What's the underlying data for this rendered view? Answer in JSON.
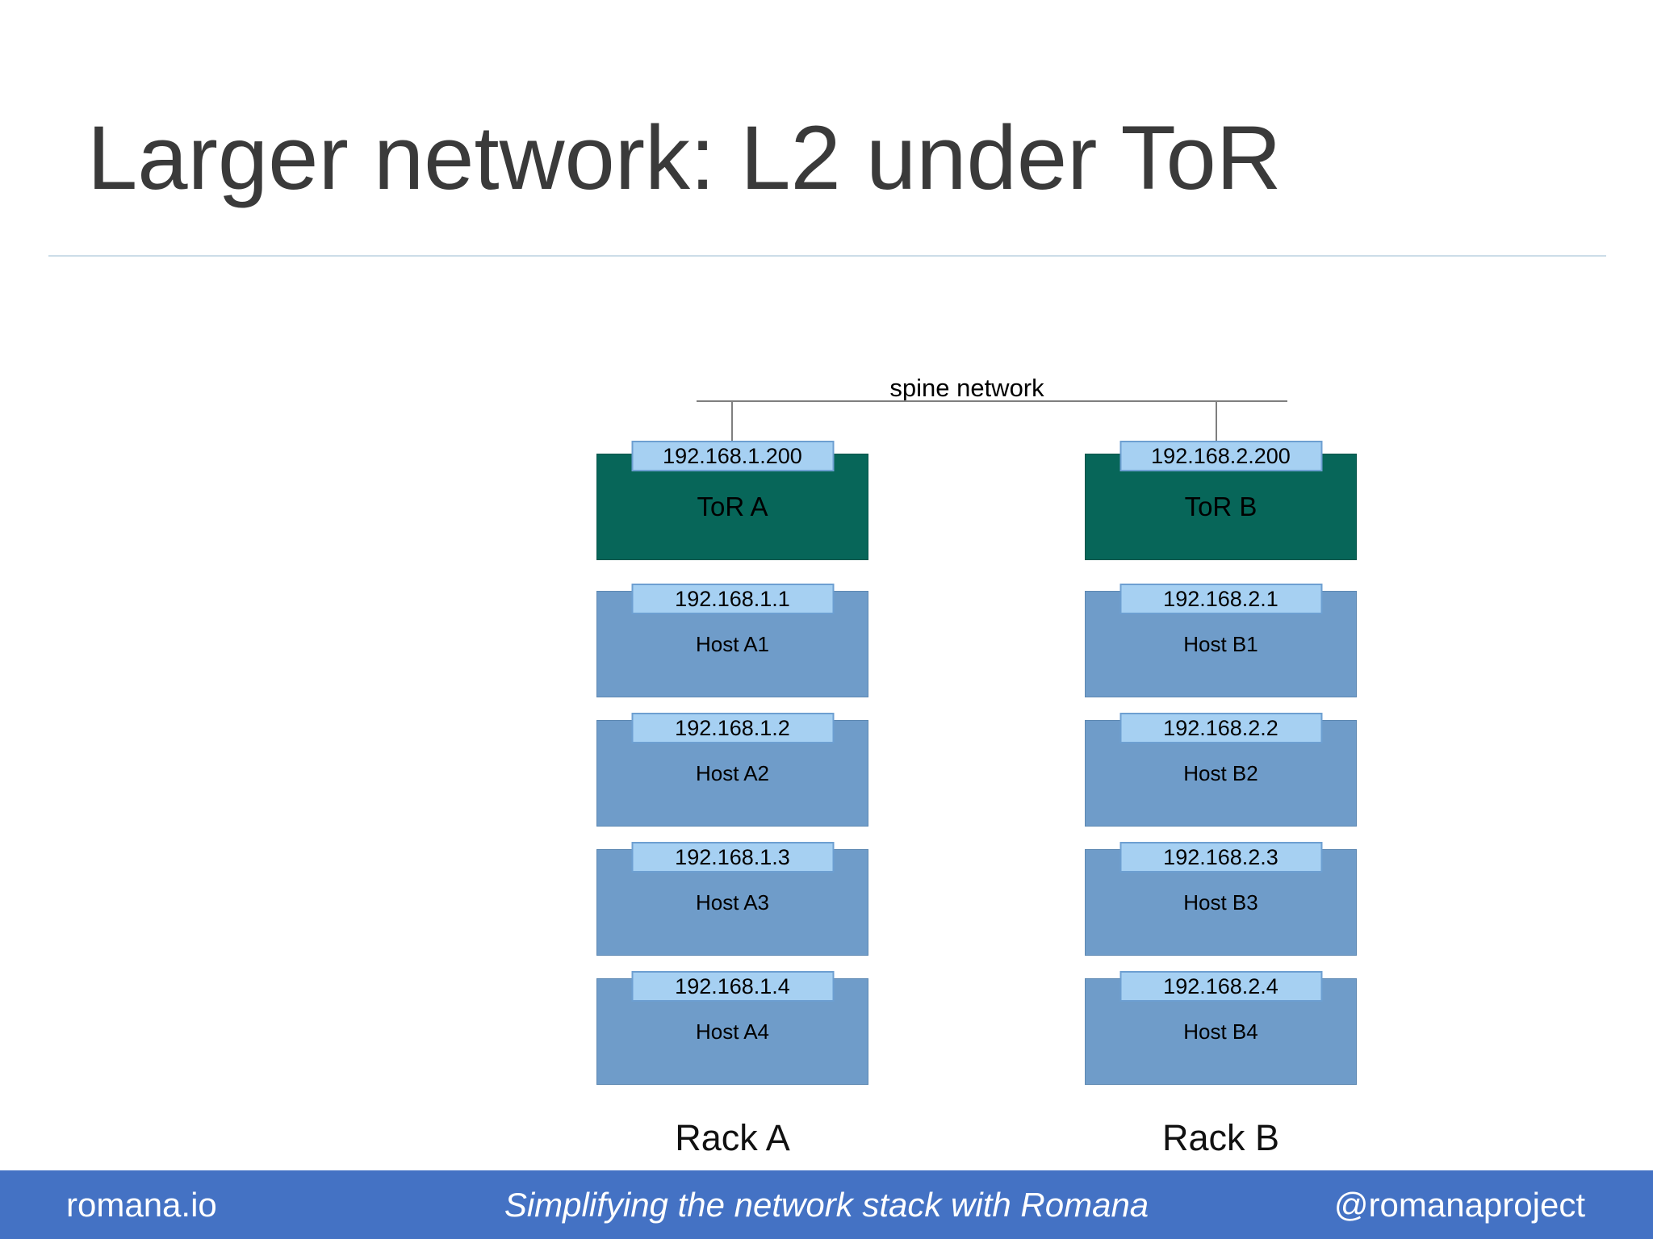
{
  "slide": {
    "title": "Larger network: L2 under ToR",
    "diagram": {
      "spine_label": "spine network",
      "racks": [
        {
          "name": "Rack A",
          "tor": {
            "ip": "192.168.1.200",
            "label": "ToR A"
          },
          "hosts": [
            {
              "ip": "192.168.1.1",
              "label": "Host A1"
            },
            {
              "ip": "192.168.1.2",
              "label": "Host A2"
            },
            {
              "ip": "192.168.1.3",
              "label": "Host A3"
            },
            {
              "ip": "192.168.1.4",
              "label": "Host A4"
            }
          ]
        },
        {
          "name": "Rack B",
          "tor": {
            "ip": "192.168.2.200",
            "label": "ToR B"
          },
          "hosts": [
            {
              "ip": "192.168.2.1",
              "label": "Host B1"
            },
            {
              "ip": "192.168.2.2",
              "label": "Host B2"
            },
            {
              "ip": "192.168.2.3",
              "label": "Host B3"
            },
            {
              "ip": "192.168.2.4",
              "label": "Host B4"
            }
          ]
        }
      ]
    },
    "footer": {
      "left": "romana.io",
      "center": "Simplifying the network stack with Romana",
      "right": "@romanaproject"
    },
    "colors": {
      "tor_box": "#076659",
      "host_box": "#6f9cc9",
      "ip_chip": "#a6d0f2",
      "ip_chip_border": "#6d9fd1",
      "footer_bar": "#4472c4",
      "title_text": "#3a3a3a",
      "connector_line": "#7f7f7f",
      "divider": "#ccdde8"
    }
  }
}
